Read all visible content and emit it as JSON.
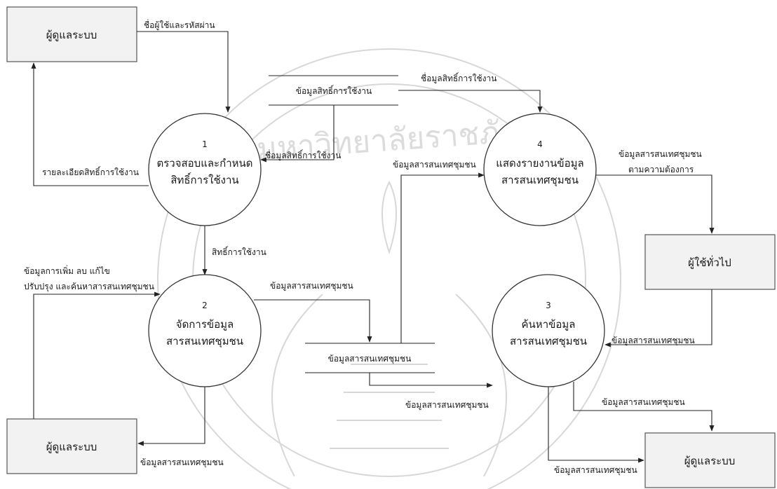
{
  "entities": {
    "admin_top": "ผู้ดูแลระบบ",
    "general_user": "ผู้ใช้ทั่วไป",
    "admin_bottom_left": "ผู้ดูแลระบบ",
    "admin_bottom_right": "ผู้ดูแลระบบ"
  },
  "processes": [
    {
      "number": "1",
      "line1": "ตรวจสอบและกำหนด",
      "line2": "สิทธิ์การใช้งาน"
    },
    {
      "number": "2",
      "line1": "จัดการข้อมูล",
      "line2": "สารสนเทศชุมชน"
    },
    {
      "number": "3",
      "line1": "ค้นหาข้อมูล",
      "line2": "สารสนเทศชุมชน"
    },
    {
      "number": "4",
      "line1": "แสดงรายงานข้อมูล",
      "line2": "สารสนเทศชุมชน"
    }
  ],
  "stores": {
    "permission": "ข้อมูลสิทธิ์การใช้งาน",
    "community": "ข้อมูลสารสนเทศชุมชน"
  },
  "flows": {
    "username_password": "ชื่อผู้ใช้และรหัสผ่าน",
    "permission_details": "รายละเอียดสิทธิ์การใช้งาน",
    "permission_data_to_p1": "ชื่อมูลสิทธิ์การใช้งาน",
    "permission_data_to_p4": "ชื่อมูลสิทธิ์การใช้งาน",
    "usage_rights": "สิทธิ์การใช้งาน",
    "add_delete_edit_1": "ข้อมูลการเพิ่ม ลบ แก้ไข",
    "add_delete_edit_2": "ปรับปรุง และค้นหาสารสนเทศชุมชน",
    "p2_to_store": "ข้อมูลสารสนเทศชุมชน",
    "store_to_p4": "ข้อมูลสารสนเทศชุมชน",
    "p4_out_1": "ข้อมูลสารสนเทศชุมชน",
    "p4_out_2": "ตามความต้องการ",
    "user_to_p3": "ข้อมูลสารสนเทศชุมชน",
    "store_to_p3": "ข้อมูลสารสนเทศชุมชน",
    "p2_to_admin": "ข้อมูลสารสนเทศชุมชน",
    "p3_to_admin_a": "ข้อมูลสารสนเทศชุมชน",
    "p3_to_admin_b": "ข้อมูลสารสนเทศชุมชน"
  },
  "watermark": {
    "text": "มหาวิทยาลัยราชภัฏ",
    "visual": "university-seal-watermark"
  }
}
